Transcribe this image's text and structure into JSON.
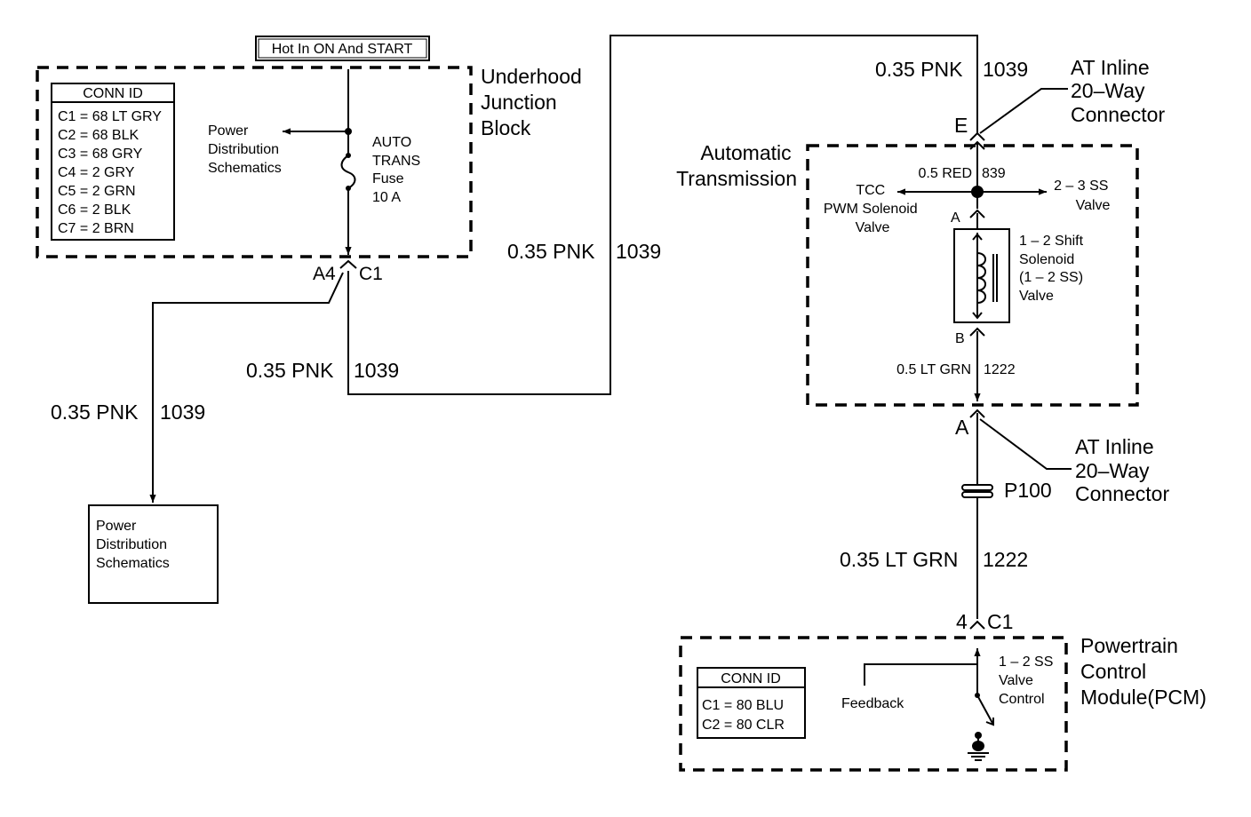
{
  "hot_label": "Hot In ON And START",
  "underhood_block": {
    "title_lines": [
      "Underhood",
      "Junction",
      "Block"
    ],
    "conn_id": {
      "header": "CONN ID",
      "rows": [
        "C1 = 68 LT GRY",
        "C2 = 68 BLK",
        "C3 = 68 GRY",
        "C4 = 2 GRY",
        "C5 = 2 GRN",
        "C6 = 2 BLK",
        "C7 = 2 BRN"
      ]
    },
    "power_dist_lines": [
      "Power",
      "Distribution",
      "Schematics"
    ],
    "fuse_lines": [
      "AUTO",
      "TRANS",
      "Fuse",
      "10 A"
    ],
    "connector_pin": "A4",
    "connector_name": "C1"
  },
  "wires": {
    "pnk_left": {
      "size_color": "0.35 PNK",
      "circuit": "1039"
    },
    "pnk_mid": {
      "size_color": "0.35 PNK",
      "circuit": "1039"
    },
    "pnk_center": {
      "size_color": "0.35 PNK",
      "circuit": "1039"
    },
    "pnk_top": {
      "size_color": "0.35 PNK",
      "circuit": "1039"
    },
    "red": {
      "size_color": "0.5 RED",
      "circuit": "839"
    },
    "ltgrn_inner": {
      "size_color": "0.5 LT GRN",
      "circuit": "1222"
    },
    "ltgrn_outer": {
      "size_color": "0.35 LT GRN",
      "circuit": "1222"
    }
  },
  "power_dist_box_lines": [
    "Power",
    "Distribution",
    "Schematics"
  ],
  "inline_top": {
    "lines": [
      "AT Inline",
      "20–Way",
      "Connector"
    ],
    "pin": "E"
  },
  "inline_bottom": {
    "lines": [
      "AT Inline",
      "20–Way",
      "Connector"
    ],
    "pin": "A"
  },
  "transmission": {
    "title_lines": [
      "Automatic",
      "Transmission"
    ],
    "tcc_lines": [
      "TCC",
      "PWM Solenoid",
      "Valve"
    ],
    "ss23_lines": [
      "2 – 3 SS",
      "Valve"
    ],
    "solenoid_lines": [
      "1 – 2 Shift",
      "Solenoid",
      "(1 – 2 SS)",
      "Valve"
    ],
    "pin_a": "A",
    "pin_b": "B"
  },
  "splice": "P100",
  "pcm": {
    "connector_pin": "4",
    "connector_name": "C1",
    "title_lines": [
      "Powertrain",
      "Control",
      "Module(PCM)"
    ],
    "conn_id": {
      "header": "CONN ID",
      "rows": [
        "C1 = 80 BLU",
        "C2 = 80 CLR"
      ]
    },
    "feedback": "Feedback",
    "control_lines": [
      "1 – 2 SS",
      "Valve",
      "Control"
    ]
  }
}
